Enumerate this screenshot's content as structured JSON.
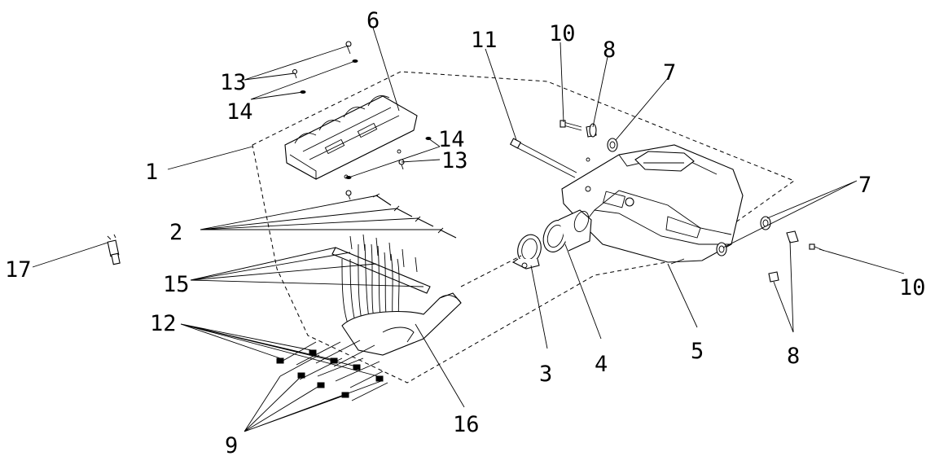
{
  "diagram": {
    "callouts": {
      "c1": "1",
      "c2": "2",
      "c3": "3",
      "c4": "4",
      "c5": "5",
      "c6": "6",
      "c7a": "7",
      "c7b": "7",
      "c8a": "8",
      "c8b": "8",
      "c9": "9",
      "c10a": "10",
      "c10b": "10",
      "c11": "11",
      "c12": "12",
      "c13a": "13",
      "c13b": "13",
      "c14a": "14",
      "c14b": "14",
      "c15": "15",
      "c16": "16",
      "c17": "17"
    }
  }
}
